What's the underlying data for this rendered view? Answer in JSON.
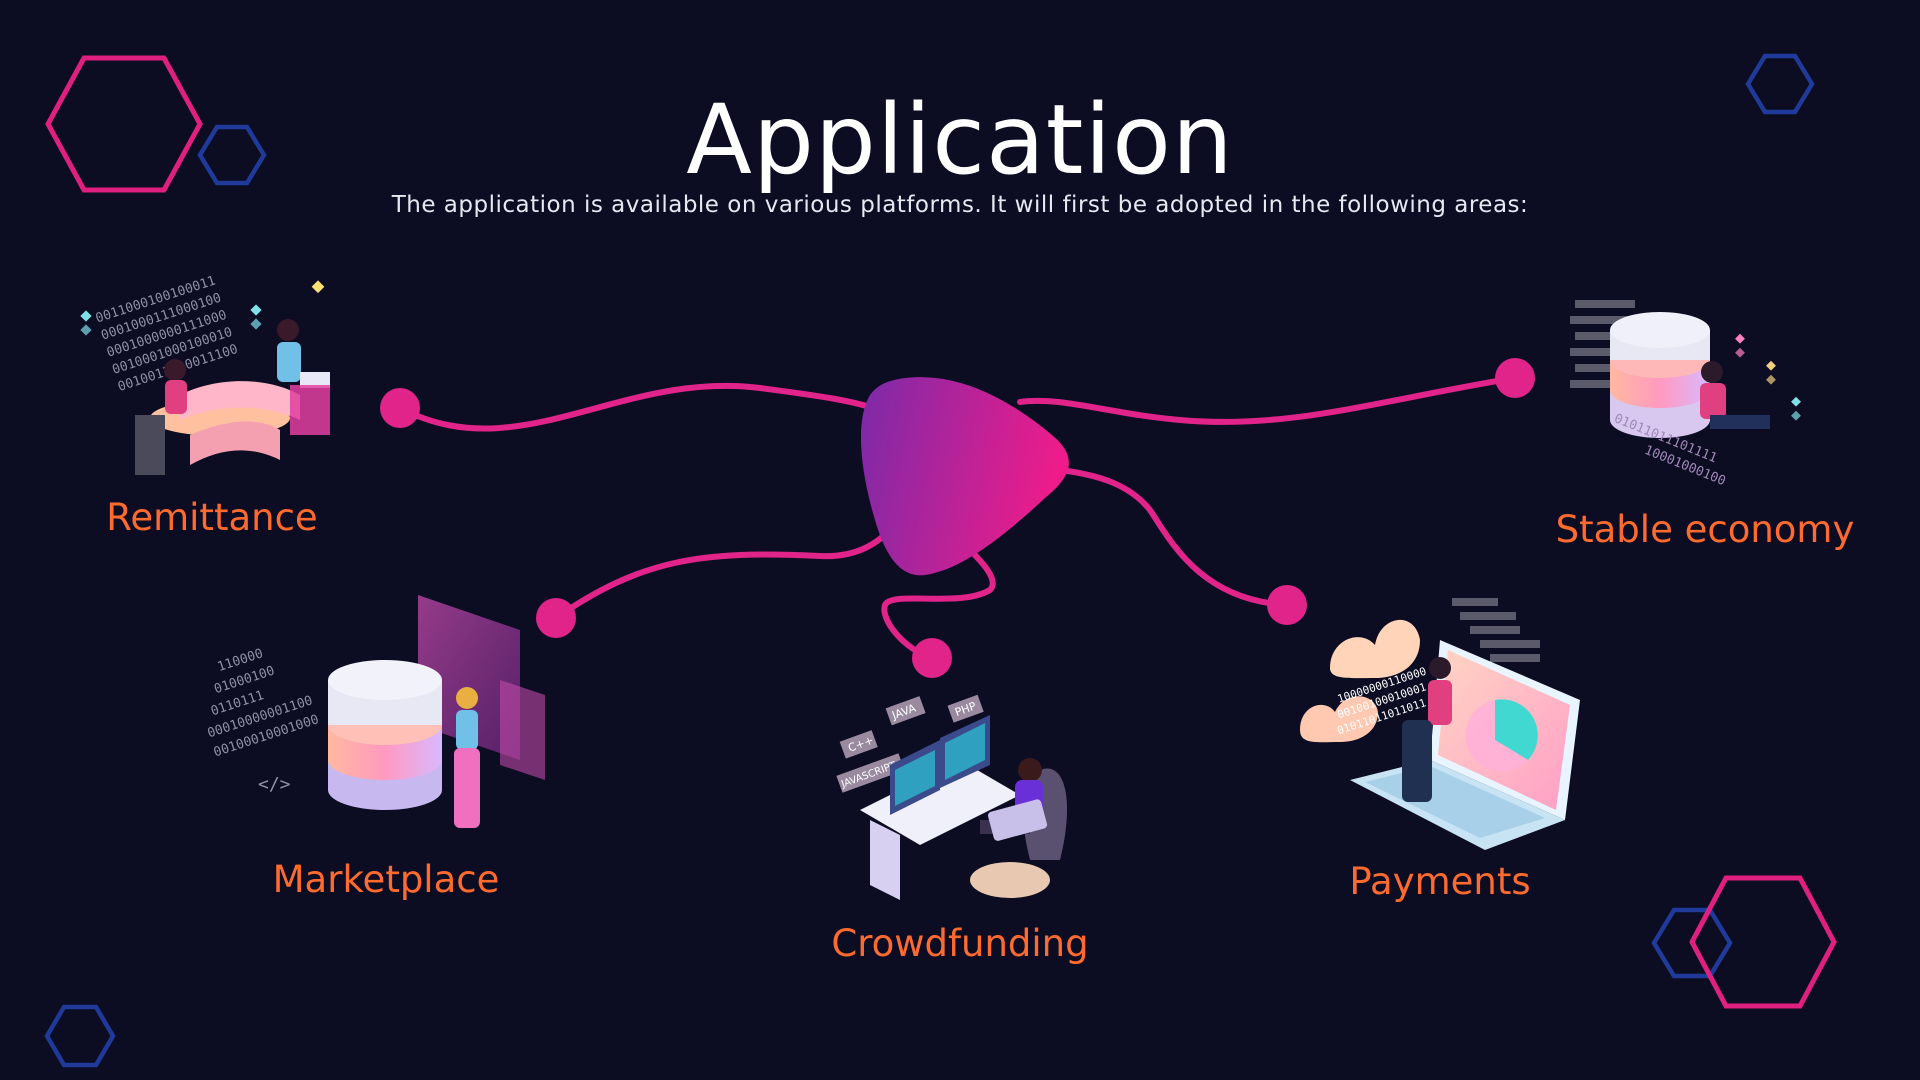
{
  "slide": {
    "title": "Application",
    "subtitle": "The application is available on various platforms. It will first be adopted in the following areas:"
  },
  "areas": [
    {
      "label": "Remittance",
      "icon": "remittance-illustration-icon"
    },
    {
      "label": "Stable economy",
      "icon": "database-user-illustration-icon"
    },
    {
      "label": "Marketplace",
      "icon": "database-dashboard-illustration-icon"
    },
    {
      "label": "Crowdfunding",
      "icon": "developer-workstation-illustration-icon"
    },
    {
      "label": "Payments",
      "icon": "laptop-cloud-payments-illustration-icon"
    }
  ],
  "code_tags": [
    "C++",
    "JAVA",
    "PHP",
    "JAVASCRIPT"
  ],
  "colors": {
    "background": "#0c0c22",
    "accent_pink": "#e0248a",
    "accent_purple": "#8a2bb0",
    "label_orange": "#ff6a2e",
    "hex_pink": "#e0207f",
    "hex_blue": "#1f3a9a"
  }
}
